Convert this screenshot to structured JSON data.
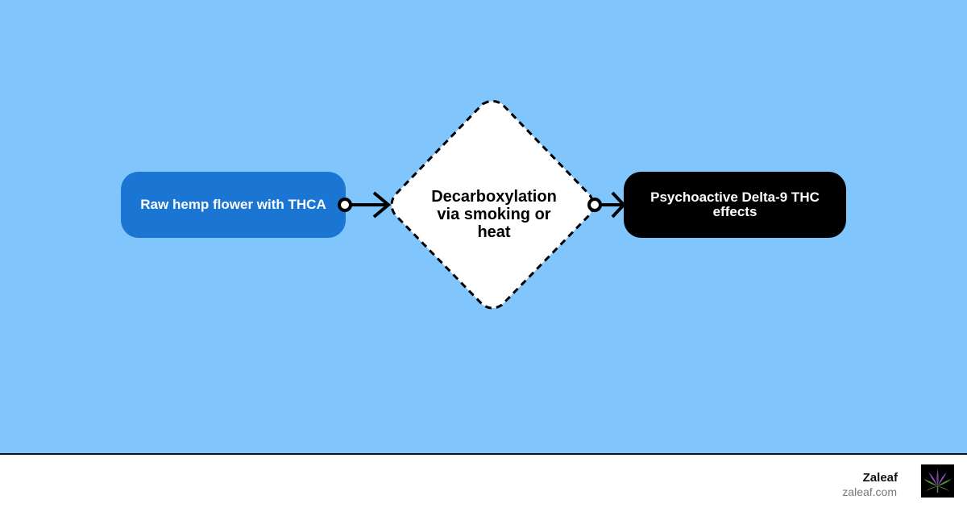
{
  "diagram": {
    "nodes": [
      {
        "id": "start",
        "label": "Raw hemp flower with THCA",
        "shape": "rounded-rect",
        "fill": "#1a76d2",
        "text_color": "#ffffff"
      },
      {
        "id": "process",
        "label": "Decarboxylation via smoking or heat",
        "shape": "diamond-dashed",
        "fill": "#ffffff",
        "text_color": "#000000"
      },
      {
        "id": "end",
        "label": "Psychoactive Delta-9 THC effects",
        "shape": "rounded-rect",
        "fill": "#000000",
        "text_color": "#ffffff"
      }
    ],
    "edges": [
      {
        "from": "start",
        "to": "process",
        "style": "circle-tail-arrow"
      },
      {
        "from": "process",
        "to": "end",
        "style": "circle-tail-arrow"
      }
    ],
    "background": "#80c6fd"
  },
  "footer": {
    "brand_name": "Zaleaf",
    "brand_url": "zaleaf.com",
    "logo_icon": "cannabis-leaf-icon"
  }
}
